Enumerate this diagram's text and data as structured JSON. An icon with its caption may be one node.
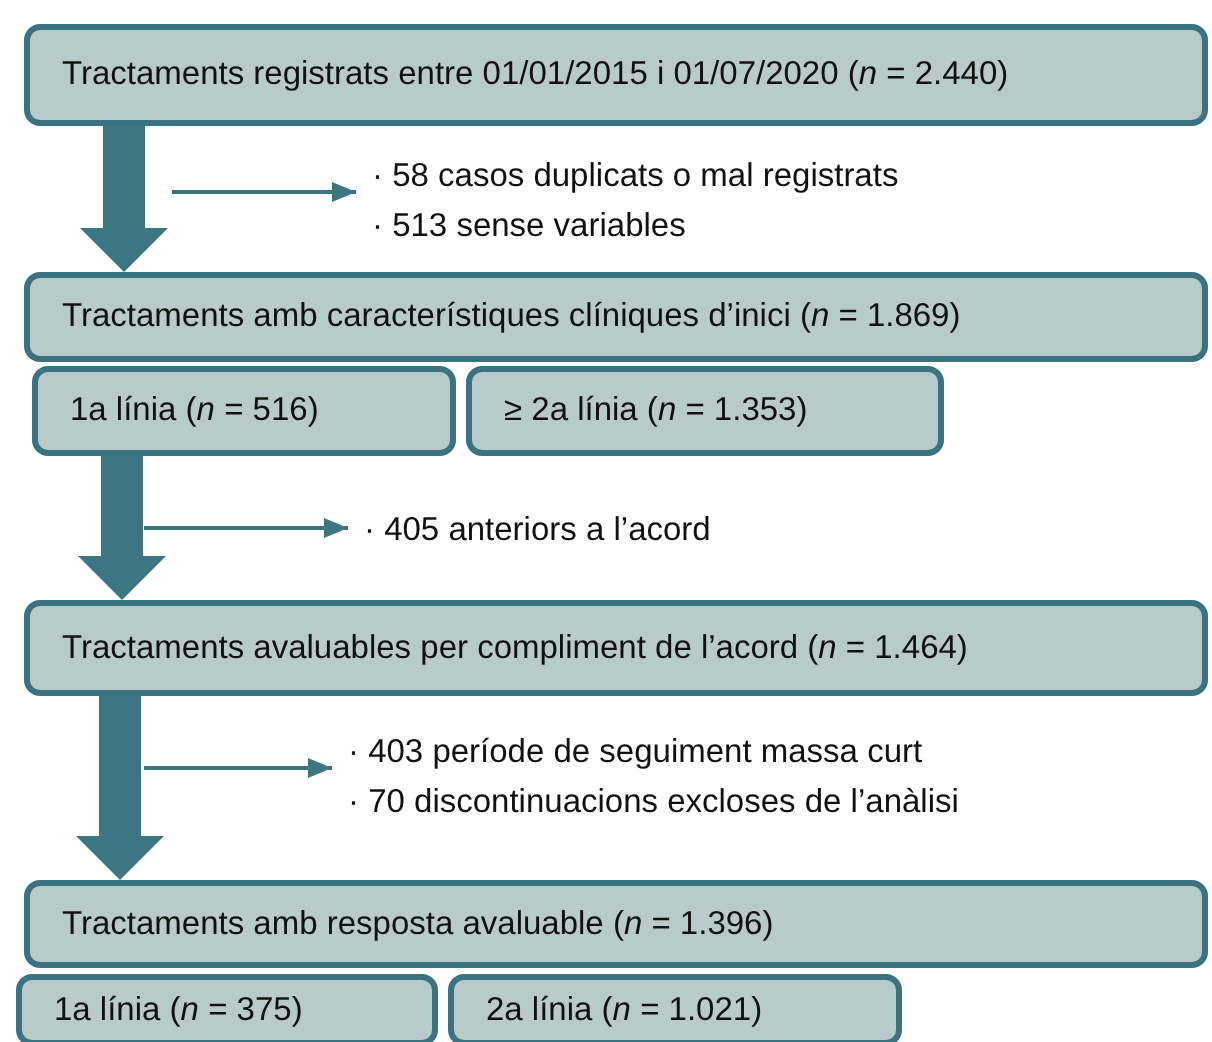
{
  "diagram": {
    "nodes": [
      {
        "text": [
          "Tractaments registrats entre 01/01/2015 i 01/07/2020 (*n* = 2.440)"
        ]
      },
      {
        "text": [
          "· 58 casos duplicats o mal registrats",
          "· 513 sense variables"
        ]
      },
      {
        "text": [
          "Tractaments amb característiques clíniques d’inici (*n* = 1.869)"
        ]
      },
      {
        "text": [
          "1a línia (*n* = 516)"
        ]
      },
      {
        "text": [
          "≥ 2a línia (*n* = 1.353)"
        ]
      },
      {
        "text": [
          "· 405 anteriors a l’acord"
        ]
      },
      {
        "text": [
          "Tractaments avaluables per compliment de l’acord (*n* = 1.464)"
        ]
      },
      {
        "text": [
          "· 403 període de seguiment massa curt",
          "· 70 discontinuacions excloses de l’anàlisi"
        ]
      },
      {
        "text": [
          "Tractaments amb resposta avaluable (*n* = 1.396)"
        ]
      },
      {
        "text": [
          "1a línia (*n* = 375)"
        ]
      },
      {
        "text": [
          "2a línia (*n* = 1.021)"
        ]
      }
    ],
    "edges": [
      {
        "from": 0,
        "to": 2,
        "arrow": "to",
        "style": "thick"
      },
      {
        "from": null,
        "to": 1,
        "arrow": "to"
      },
      {
        "from": 3,
        "to": 6,
        "arrow": "to",
        "style": "thick"
      },
      {
        "from": null,
        "to": 5,
        "arrow": "to"
      },
      {
        "from": 6,
        "to": 8,
        "arrow": "to",
        "style": "thick"
      },
      {
        "from": null,
        "to": 7,
        "arrow": "to"
      }
    ]
  }
}
